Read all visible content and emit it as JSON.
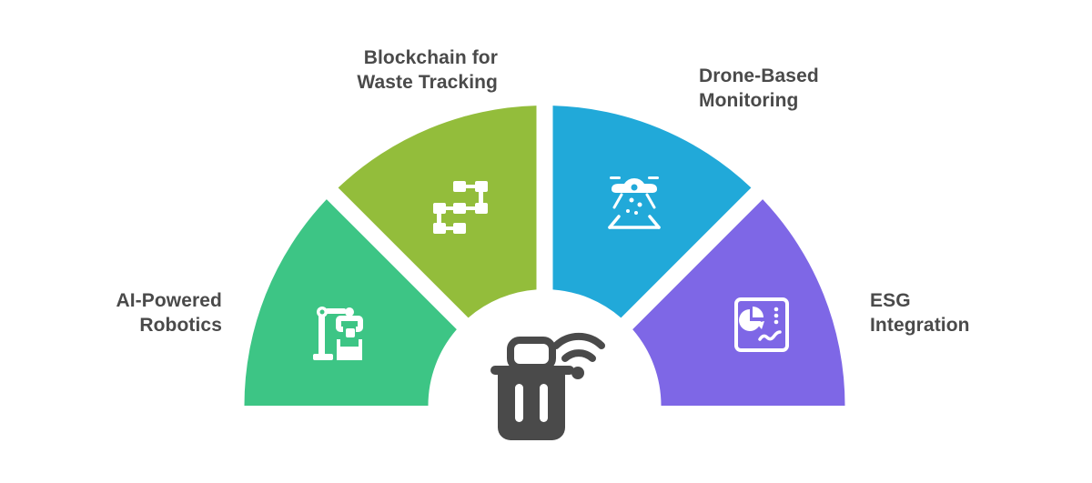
{
  "diagram": {
    "type": "semicircle-fan",
    "center_icon": "smart-trash-bin-wifi-icon",
    "center_icon_color": "#4a4a4a",
    "segments": [
      {
        "id": "ai-powered-robotics",
        "label_lines": [
          "AI-Powered",
          "Robotics"
        ],
        "color": "#3dc585",
        "icon": "robotic-arm-icon"
      },
      {
        "id": "blockchain-waste-tracking",
        "label_lines": [
          "Blockchain for",
          "Waste Tracking"
        ],
        "color": "#93bd3b",
        "icon": "blockchain-nodes-icon"
      },
      {
        "id": "drone-based-monitoring",
        "label_lines": [
          "Drone-Based",
          "Monitoring"
        ],
        "color": "#21a9d9",
        "icon": "drone-scanning-icon"
      },
      {
        "id": "esg-integration",
        "label_lines": [
          "ESG",
          "Integration"
        ],
        "color": "#7e67e6",
        "icon": "dashboard-analytics-icon"
      }
    ]
  }
}
